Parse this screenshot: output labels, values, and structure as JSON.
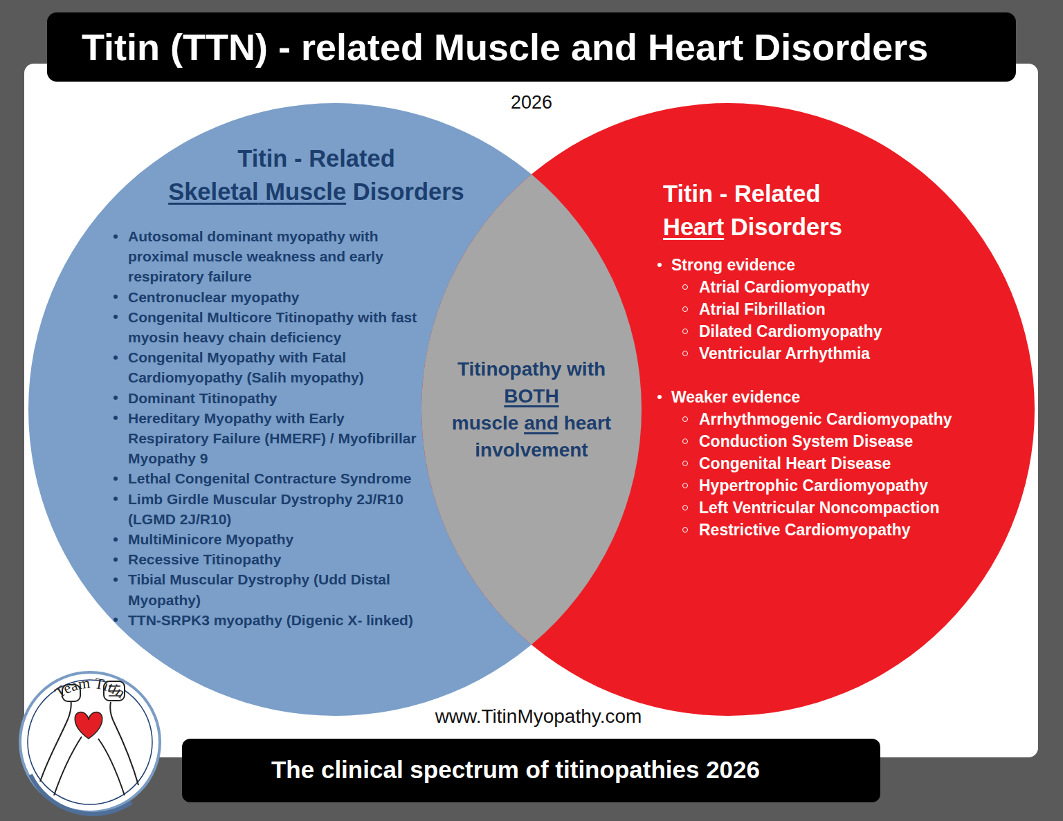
{
  "diagram": {
    "title": "Titin (TTN) - related Muscle and Heart Disorders",
    "caption": "The clinical spectrum of titinopathies 2026",
    "nodes": [
      {
        "text": [
          "Titin - Related Skeletal Muscle Disorders",
          "Autosomal dominant myopathy with proximal muscle weakness and early respiratory failure",
          "Centronuclear myopathy",
          "Congenital Multicore Titinopathy with fast myosin heavy chain deficiency",
          "Congenital Myopathy with Fatal Cardiomyopathy (Salih myopathy)",
          "Dominant Titinopathy",
          "Hereditary Myopathy with Early Respiratory Failure (HMERF) / Myofibrillar Myopathy 9",
          "Lethal Congenital Contracture Syndrome",
          "Limb Girdle Muscular Dystrophy 2J/R10 (LGMD 2J/R10)",
          "MultiMinicore Myopathy",
          "Recessive Titinopathy",
          "Tibial Muscular Dystrophy (Udd Distal Myopathy)",
          "TTN-SRPK3 myopathy (Digenic X- linked)"
        ]
      },
      {
        "text": [
          "Titinopathy with BOTH muscle and heart involvement"
        ]
      },
      {
        "text": [
          "Titin - Related Heart Disorders",
          "Strong evidence",
          "Atrial Cardiomyopathy",
          "Atrial Fibrillation",
          "Dilated Cardiomyopathy",
          "Ventricular Arrhythmia",
          "Weaker evidence",
          "Arrhythmogenic Cardiomyopathy",
          "Conduction System Disease",
          "Congenital Heart Disease",
          "Hypertrophic Cardiomyopathy",
          "Left Ventricular Noncompaction",
          "Restrictive Cardiomyopathy"
        ]
      }
    ],
    "labels": [
      "2026",
      "www.TitinMyopathy.com",
      "Team Titin"
    ]
  }
}
